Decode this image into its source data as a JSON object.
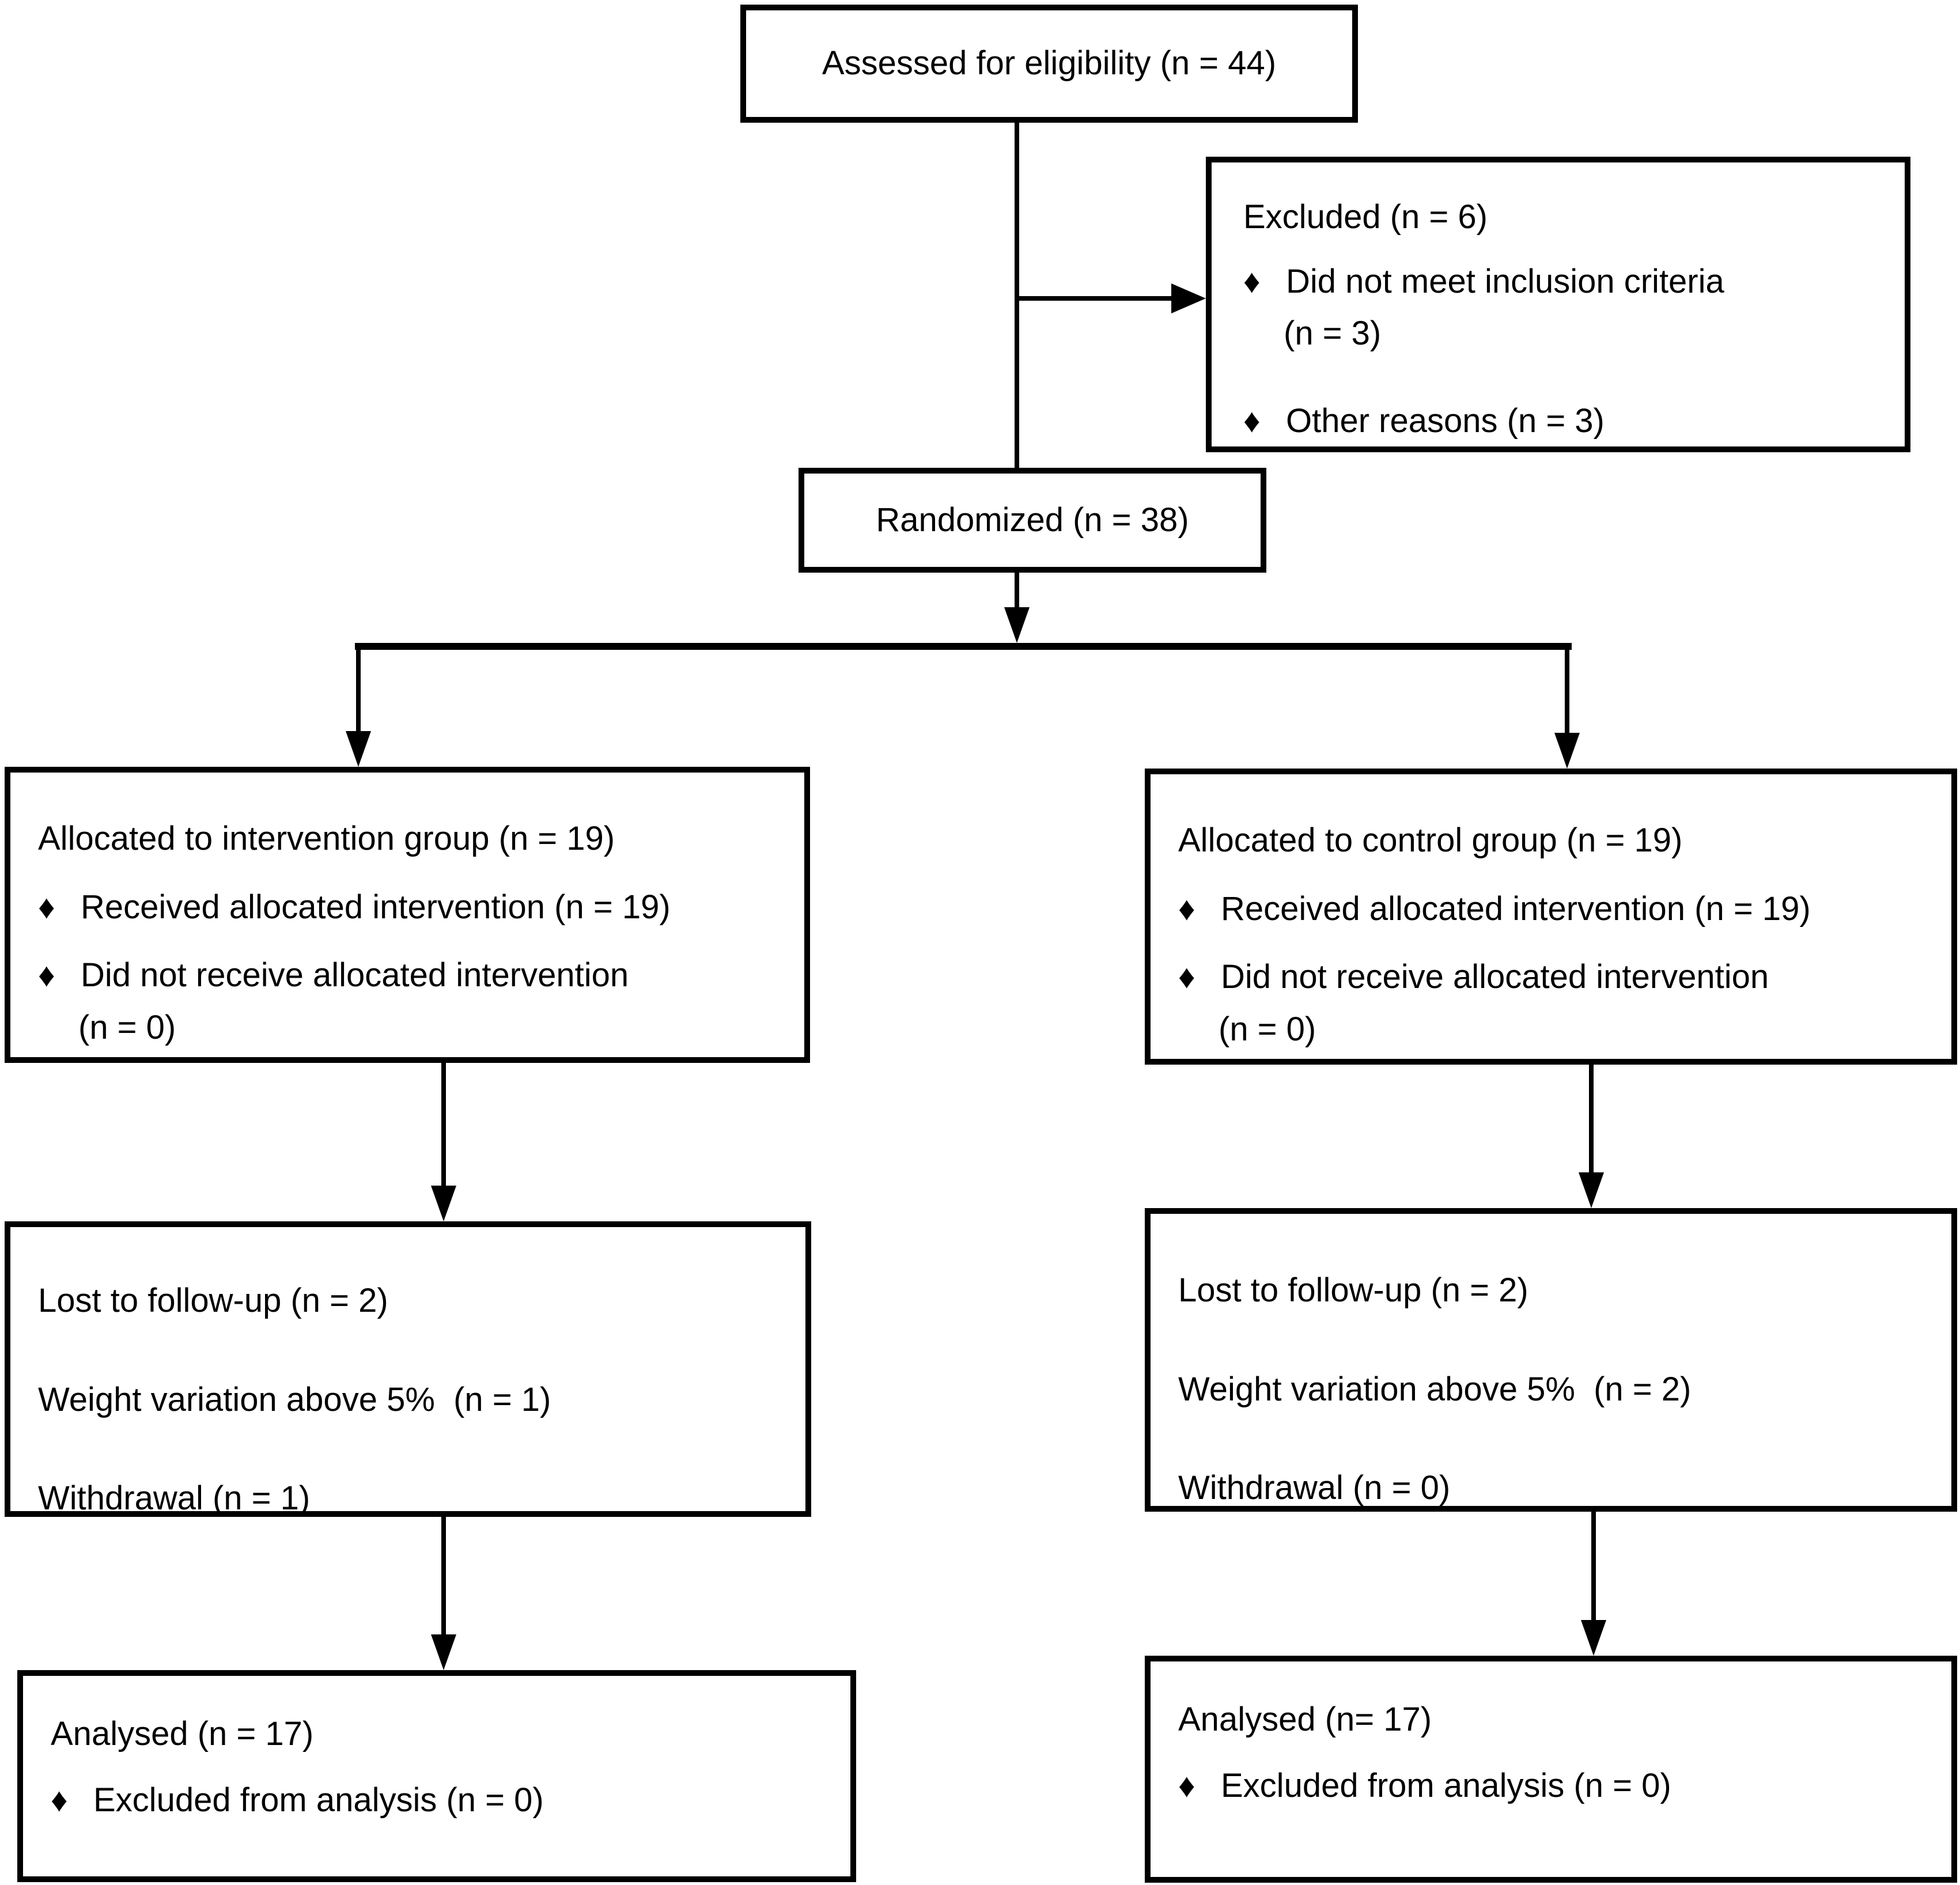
{
  "diagram": {
    "bullet_glyph": "♦",
    "boxes": {
      "assessed": {
        "title": "Assessed for eligibility (n = 44)"
      },
      "excluded": {
        "title": "Excluded (n = 6)",
        "bullets": [
          {
            "line1": "Did not meet inclusion criteria",
            "line2": "(n = 3)"
          },
          {
            "line1": "Other reasons (n = 3)",
            "line2": ""
          }
        ]
      },
      "randomized": {
        "title": "Randomized (n = 38)"
      },
      "allocated_intervention": {
        "title": "Allocated to intervention group (n = 19)",
        "bullets": [
          {
            "line1": "Received allocated intervention (n = 19)",
            "line2": ""
          },
          {
            "line1": "Did not receive allocated intervention",
            "line2": "(n = 0)"
          }
        ]
      },
      "allocated_control": {
        "title": "Allocated to control group (n = 19)",
        "bullets": [
          {
            "line1": "Received allocated intervention (n = 19)",
            "line2": ""
          },
          {
            "line1": "Did not receive allocated intervention",
            "line2": "(n = 0)"
          }
        ]
      },
      "followup_intervention": {
        "lines": [
          "Lost to follow-up (n = 2)",
          "Weight variation above 5%  (n = 1)",
          "Withdrawal (n = 1)"
        ]
      },
      "followup_control": {
        "lines": [
          "Lost to follow-up (n = 2)",
          "Weight variation above 5%  (n = 2)",
          "Withdrawal (n = 0)"
        ]
      },
      "analysed_intervention": {
        "title": "Analysed (n = 17)",
        "bullets": [
          {
            "line1": "Excluded from analysis (n = 0)",
            "line2": ""
          }
        ]
      },
      "analysed_control": {
        "title": "Analysed (n= 17)",
        "bullets": [
          {
            "line1": "Excluded from analysis (n = 0)",
            "line2": ""
          }
        ]
      }
    },
    "colors": {
      "background": "#ffffff",
      "line": "#000000",
      "text": "#000000"
    }
  }
}
